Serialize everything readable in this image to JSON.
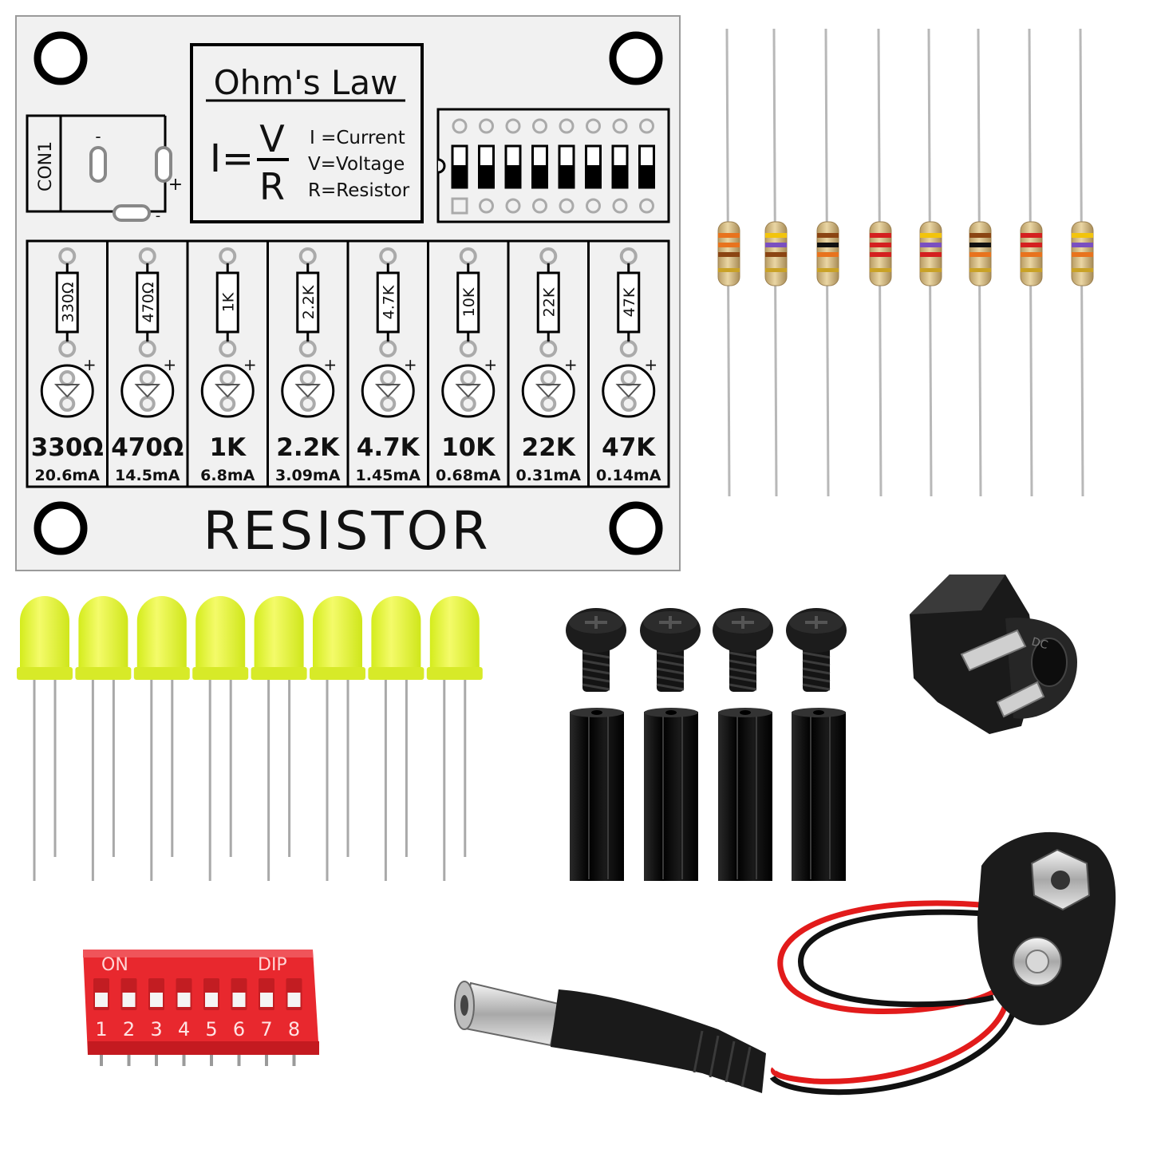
{
  "pcb": {
    "title": "Ohm's Law",
    "formula": {
      "lhs": "I",
      "eq": "=",
      "numerator": "V",
      "denominator": "R"
    },
    "legend": [
      "I =Current",
      "V=Voltage",
      "R=Resistor"
    ],
    "connector": {
      "label": "CON1",
      "minus": "-",
      "plus": "+",
      "minus_bottom": "-"
    },
    "footer": "RESISTOR",
    "led_plus": "+",
    "channels": [
      {
        "silk": "330Ω",
        "value": "330Ω",
        "current": "20.6mA"
      },
      {
        "silk": "470Ω",
        "value": "470Ω",
        "current": "14.5mA"
      },
      {
        "silk": "1K",
        "value": "1K",
        "current": "6.8mA"
      },
      {
        "silk": "2.2K",
        "value": "2.2K",
        "current": "3.09mA"
      },
      {
        "silk": "4.7K",
        "value": "4.7K",
        "current": "1.45mA"
      },
      {
        "silk": "10K",
        "value": "10K",
        "current": "0.68mA"
      },
      {
        "silk": "22K",
        "value": "22K",
        "current": "0.31mA"
      },
      {
        "silk": "47K",
        "value": "47K",
        "current": "0.14mA"
      }
    ]
  },
  "dip_switch": {
    "on_label": "ON",
    "brand_label": "DIP",
    "numbers": [
      "1",
      "2",
      "3",
      "4",
      "5",
      "6",
      "7",
      "8"
    ],
    "color": "#e8282e"
  },
  "dc_jack": {
    "marking": "DC"
  },
  "colors": {
    "pcb_white": "#f1f1f1",
    "led_yellow": "#e6f53a",
    "wire_red": "#e21b1b",
    "wire_black": "#111111",
    "resistor_body": "#d8bf8a"
  }
}
